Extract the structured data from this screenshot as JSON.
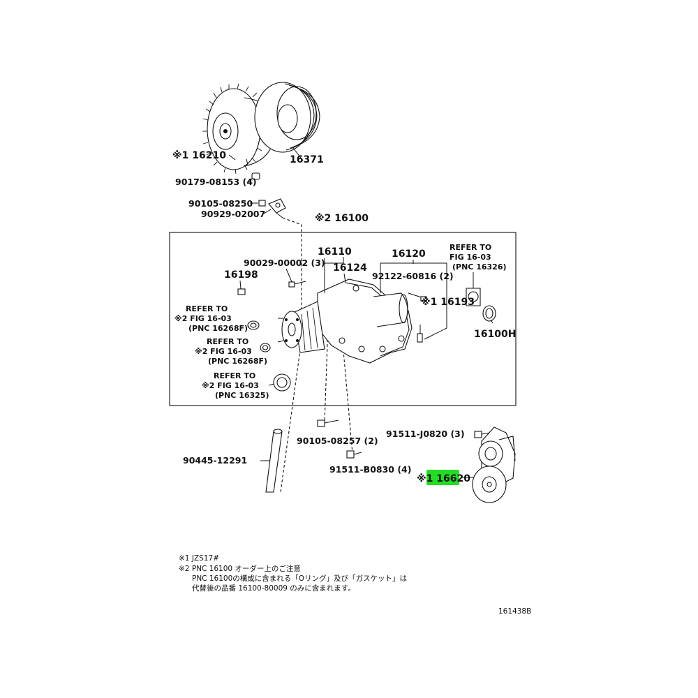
{
  "parts": {
    "fan_clutch": "※1 16210",
    "pulley": "16371",
    "clutch_bolt": "90179-08153 (4)",
    "bracket_bolt": "90105-08250",
    "bracket": "90929-02007",
    "pump_assy": "※2 16100",
    "stud": "90029-00002 (3)",
    "pump_sub": "16110",
    "housing": "16124",
    "pump_cover": "16120",
    "cover_stud": "92122-60816 (2)",
    "plug": "16198",
    "cover_bolt": "※1 16193",
    "oring_right": "16100H",
    "lower_bolt": "90105-08257 (2)",
    "pipe": "90445-12291",
    "tensioner_bolt_a": "91511-J0820 (3)",
    "tensioner_bolt_b": "91511-B0830 (4)",
    "tensioner": "※1 16620"
  },
  "refs": [
    {
      "l1": "REFER TO",
      "l2": "FIG 16-03",
      "l3": "(PNC 16326)"
    },
    {
      "l1": "REFER TO",
      "l2": "※2 FIG 16-03",
      "l3": "(PNC 16268F)"
    },
    {
      "l1": "REFER TO",
      "l2": "※2 FIG 16-03",
      "l3": "(PNC 16268F)"
    },
    {
      "l1": "REFER TO",
      "l2": "※2 FIG 16-03",
      "l3": "(PNC 16325)"
    }
  ],
  "notes": {
    "n1": "※1 JZS17#",
    "n2": "※2 PNC 16100 オーダー上のご注意",
    "n3": "PNC 16100の構成に含まれる「Oリング」及び「ガスケット」は",
    "n4": "代替後の品番 16100-80009 のみに含まれます。"
  },
  "diagram_id": "161438B",
  "highlight_color": "#22dd22"
}
